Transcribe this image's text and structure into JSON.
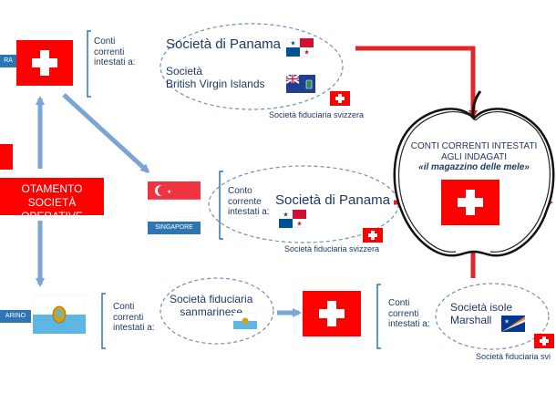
{
  "top": {
    "conti_label": [
      "Conti",
      "correnti",
      "intestati a:"
    ],
    "panama_label": "Società di Panama",
    "bvi_label": [
      "Società",
      "British Virgin Islands"
    ],
    "fiduciaria_label": "Società fiduciaria svizzera",
    "country_tag": "RA"
  },
  "left_box": {
    "lines": [
      "OTAMENTO SOCIETÀ",
      "OPERATIVE"
    ]
  },
  "singapore": {
    "country_tag": "SINGAPORE",
    "conto_label": [
      "Conto",
      "corrente",
      "intestati a:"
    ],
    "panama_label": "Società di Panama",
    "fiduciaria_label": "Società fiduciaria svizzera"
  },
  "apple": {
    "lines": [
      "CONTI CORRENTI INTESTATI",
      "AGLI INDAGATI"
    ],
    "italic_line": "«il magazzino delle mele»"
  },
  "bottom": {
    "country_tag": "ARINO",
    "conti_label": [
      "Conti",
      "correnti",
      "intestati a:"
    ],
    "sanmarinese_label": [
      "Società fiduciaria",
      "sanmarinese"
    ],
    "conti_label_2": [
      "Conti",
      "correnti",
      "intestati a:"
    ],
    "marshall_label": [
      "Società isole",
      "Marshall"
    ],
    "fiduciaria_label": "Società fiduciaria svi"
  },
  "colors": {
    "swiss_red": "#ff0000",
    "arrow_blue": "#7aa6d6",
    "arrow_red": "#e0262b",
    "text_navy": "#1f3864",
    "tag_blue": "#2e75b6"
  }
}
